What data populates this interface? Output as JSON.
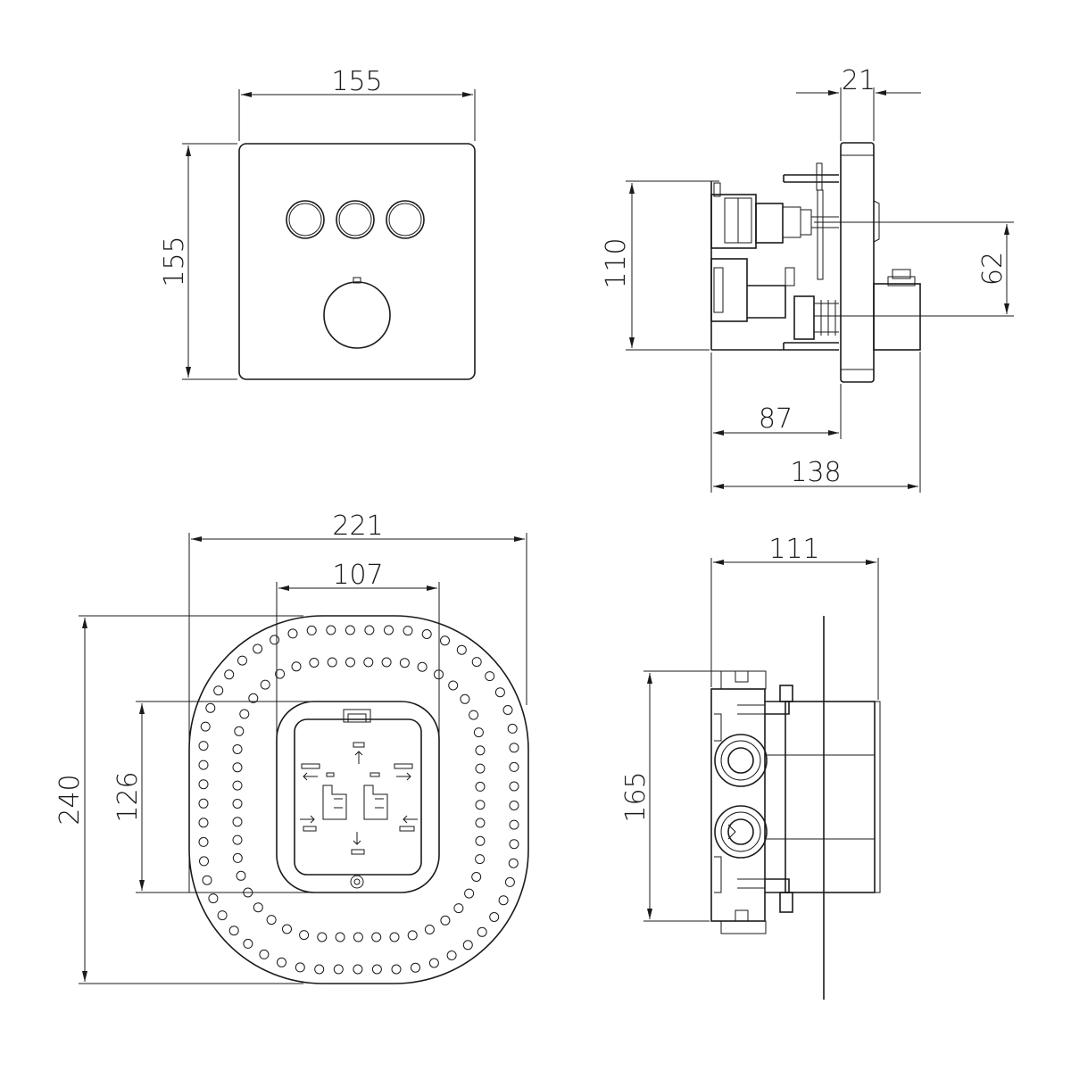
{
  "dimensions": {
    "front_width": "155",
    "front_height": "155",
    "side_depth_top": "21",
    "side_body_height": "110",
    "side_spacing": "62",
    "side_depth_87": "87",
    "side_depth_138": "138",
    "box_width": "221",
    "box_inner_width": "107",
    "box_height": "240",
    "box_inner_height": "126",
    "body_depth": "111",
    "body_height": "165"
  }
}
